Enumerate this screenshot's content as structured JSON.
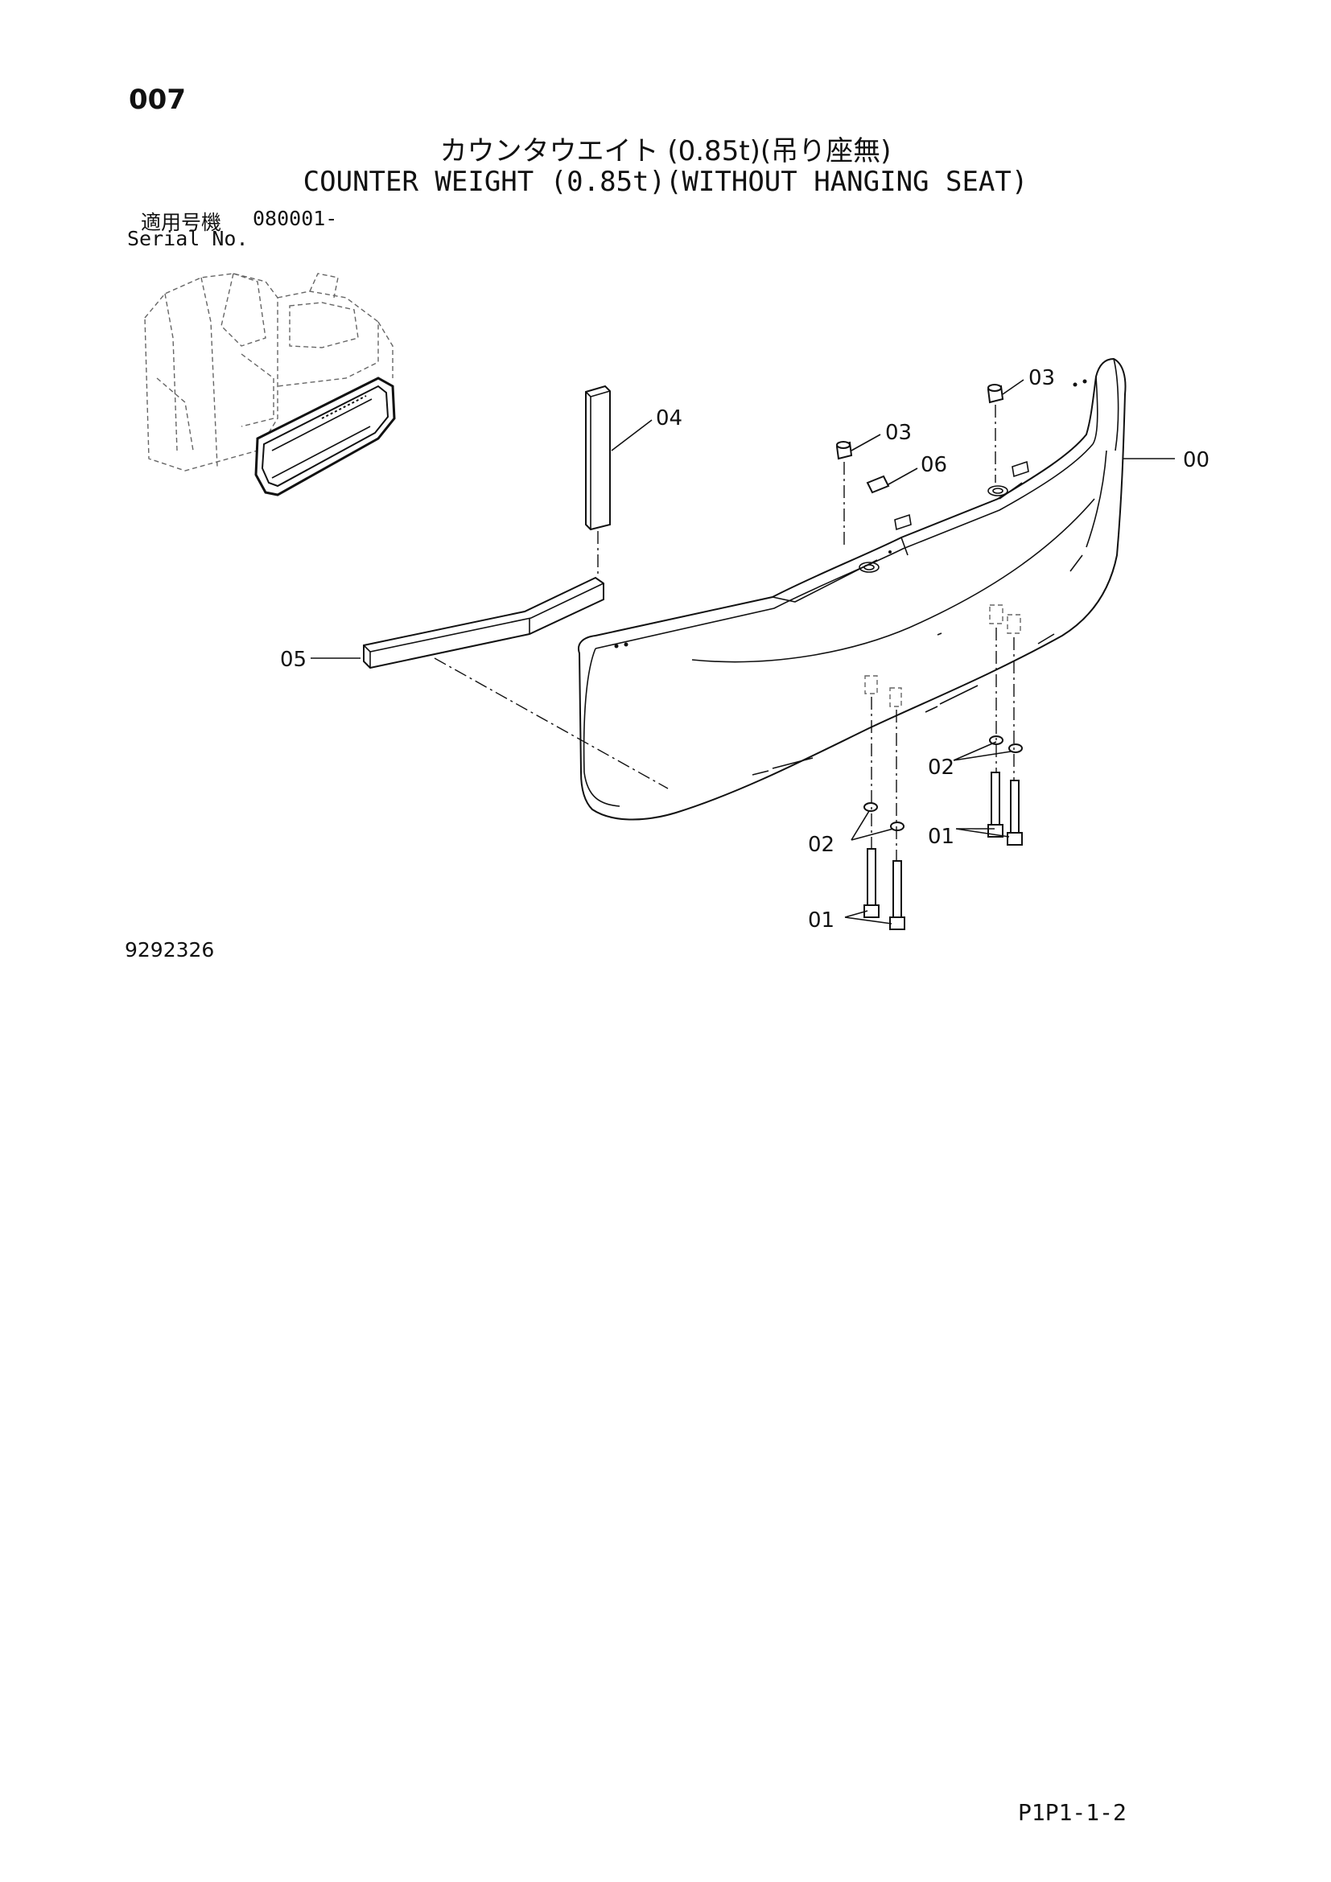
{
  "header": {
    "page_number": "007",
    "title_jp": "カウンタウエイト (0.85t)(吊り座無)",
    "title_en": "COUNTER WEIGHT (0.85t)(WITHOUT HANGING SEAT)",
    "serial_label_jp": "適用号機",
    "serial_value": "080001-",
    "serial_label_en": "Serial No."
  },
  "diagram": {
    "callouts": {
      "c00": "00",
      "c01a": "01",
      "c01b": "01",
      "c02a": "02",
      "c02b": "02",
      "c03a": "03",
      "c03b": "03",
      "c04": "04",
      "c05": "05",
      "c06": "06"
    }
  },
  "footer": {
    "drawing_number": "9292326",
    "sheet_code": "P1P1-1-2"
  }
}
